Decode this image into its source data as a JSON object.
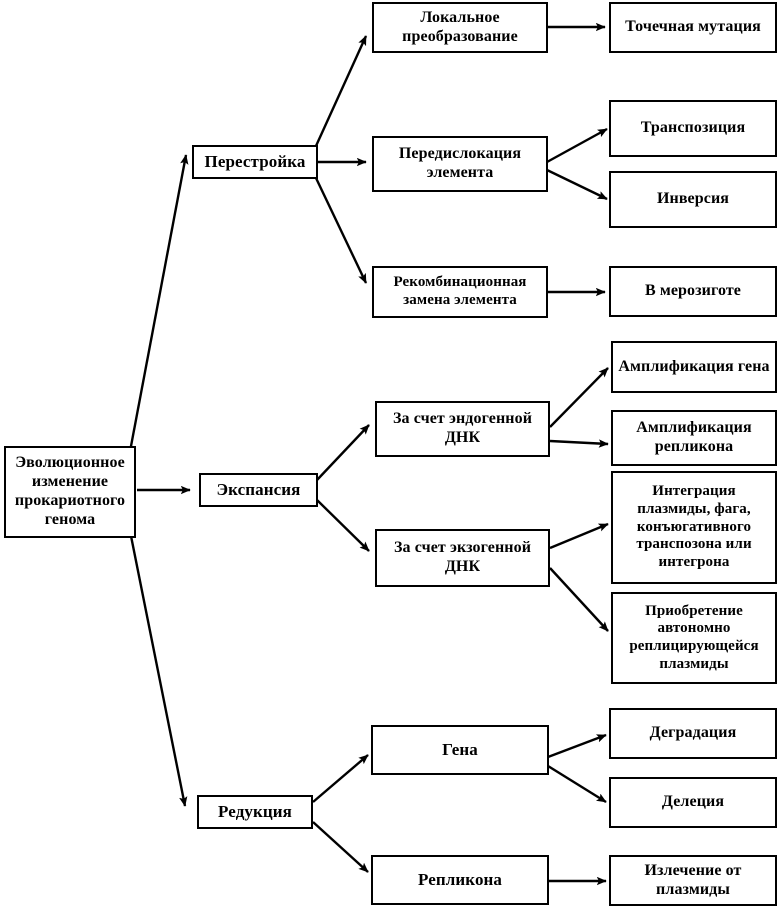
{
  "diagram": {
    "title": "Эволюционное изменение прокариотного генома",
    "language": "ru",
    "orientation": "left-to-right tree",
    "colors": {
      "stroke": "#000000",
      "fill": "#ffffff",
      "text": "#000000"
    },
    "root": {
      "label": "Эволюционное изменение прокариотного генома"
    },
    "level1": [
      {
        "id": "rearrangement",
        "label": "Перестройка"
      },
      {
        "id": "expansion",
        "label": "Экспансия"
      },
      {
        "id": "reduction",
        "label": "Редукция"
      }
    ],
    "level2": [
      {
        "id": "local-transform",
        "label": "Локальное преобразование",
        "parent": "rearrangement"
      },
      {
        "id": "element-relocation",
        "label": "Передислокация элемента",
        "parent": "rearrangement"
      },
      {
        "id": "recombination-replacement",
        "label": "Рекомбинационная замена элемента",
        "parent": "rearrangement"
      },
      {
        "id": "endogenous-dna",
        "label": "За счет эндогенной ДНК",
        "parent": "expansion"
      },
      {
        "id": "exogenous-dna",
        "label": "За счет экзогенной ДНК",
        "parent": "expansion"
      },
      {
        "id": "gene",
        "label": "Гена",
        "parent": "reduction"
      },
      {
        "id": "replicon",
        "label": "Репликона",
        "parent": "reduction"
      }
    ],
    "level3": [
      {
        "id": "point-mutation",
        "label": "Точечная мутация",
        "parent": "local-transform"
      },
      {
        "id": "transposition",
        "label": "Транспозиция",
        "parent": "element-relocation"
      },
      {
        "id": "inversion",
        "label": "Инверсия",
        "parent": "element-relocation"
      },
      {
        "id": "in-merozygote",
        "label": "В мерозиготе",
        "parent": "recombination-replacement"
      },
      {
        "id": "gene-amplification",
        "label": "Амплификация гена",
        "parent": "endogenous-dna"
      },
      {
        "id": "replicon-amplification",
        "label": "Амплификация репликона",
        "parent": "endogenous-dna"
      },
      {
        "id": "integration",
        "label": "Интеграция плазмиды, фага, конъюгативного транспозона или интегрона",
        "parent": "exogenous-dna"
      },
      {
        "id": "plasmid-acquisition",
        "label": "Приобретение автономно реплицирующейся плазмиды",
        "parent": "exogenous-dna"
      },
      {
        "id": "degradation",
        "label": "Деградация",
        "parent": "gene"
      },
      {
        "id": "deletion",
        "label": "Делеция",
        "parent": "gene"
      },
      {
        "id": "plasmid-curing",
        "label": "Излечение от плазмиды",
        "parent": "replicon"
      }
    ],
    "edges": [
      {
        "from": "root",
        "to": "rearrangement"
      },
      {
        "from": "root",
        "to": "expansion"
      },
      {
        "from": "root",
        "to": "reduction"
      },
      {
        "from": "rearrangement",
        "to": "local-transform"
      },
      {
        "from": "rearrangement",
        "to": "element-relocation"
      },
      {
        "from": "rearrangement",
        "to": "recombination-replacement"
      },
      {
        "from": "expansion",
        "to": "endogenous-dna"
      },
      {
        "from": "expansion",
        "to": "exogenous-dna"
      },
      {
        "from": "reduction",
        "to": "gene"
      },
      {
        "from": "reduction",
        "to": "replicon"
      },
      {
        "from": "local-transform",
        "to": "point-mutation"
      },
      {
        "from": "element-relocation",
        "to": "transposition"
      },
      {
        "from": "element-relocation",
        "to": "inversion"
      },
      {
        "from": "recombination-replacement",
        "to": "in-merozygote"
      },
      {
        "from": "endogenous-dna",
        "to": "gene-amplification"
      },
      {
        "from": "endogenous-dna",
        "to": "replicon-amplification"
      },
      {
        "from": "exogenous-dna",
        "to": "integration"
      },
      {
        "from": "exogenous-dna",
        "to": "plasmid-acquisition"
      },
      {
        "from": "gene",
        "to": "degradation"
      },
      {
        "from": "gene",
        "to": "deletion"
      },
      {
        "from": "replicon",
        "to": "plasmid-curing"
      }
    ]
  }
}
